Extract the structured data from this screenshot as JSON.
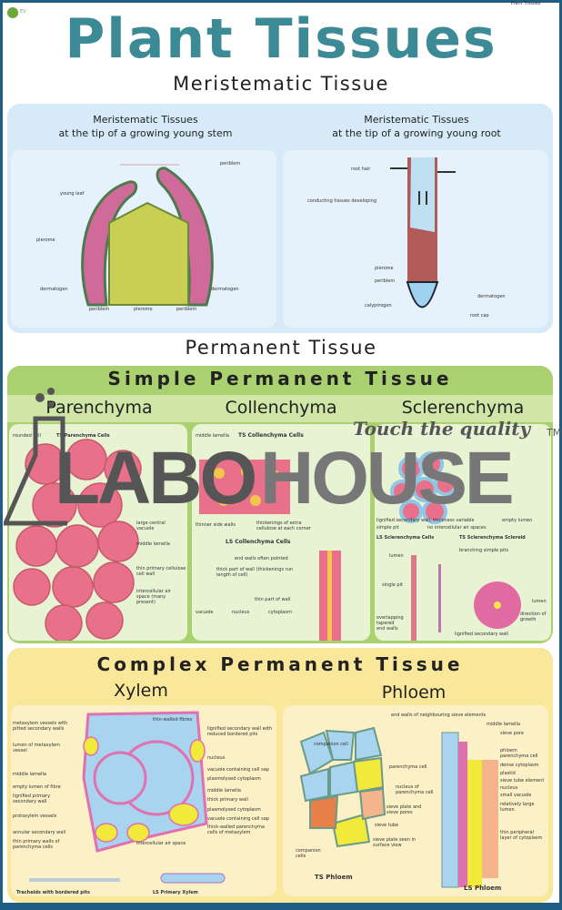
{
  "header": {
    "logo_text": "EV",
    "corner_label": "Plant Tissues",
    "title": "Plant Tissues",
    "subtitle": "Meristematic Tissue"
  },
  "meristematic": {
    "stem": {
      "heading_line1": "Meristematic  Tissues",
      "heading_line2": "at the tip of a growing young stem",
      "labels": [
        "periblem",
        "young leaf",
        "plerome",
        "dermatogen",
        "dermatogen",
        "periblem",
        "plerome",
        "periblem"
      ]
    },
    "root": {
      "heading_line1": "Meristematic  Tissues",
      "heading_line2": "at the tip of a growing young root",
      "labels": [
        "root hair",
        "conducting tissues developing",
        "plerome",
        "periblem",
        "dermatogen",
        "calyptrogen",
        "root cap"
      ]
    }
  },
  "permanent_title": "Permanent Tissue",
  "simple": {
    "title": "Simple Permanent Tissue",
    "columns": [
      "Parenchyma",
      "Collenchyma",
      "Sclerenchyma"
    ],
    "parenchyma": {
      "heading": "TS Parenchyma Cells",
      "labels": [
        "rounded cell",
        "large central vacuole",
        "middle lamella",
        "thin primary cellulose cell wall",
        "intercellular air space (many present)"
      ]
    },
    "collenchyma": {
      "ts_heading": "TS Collenchyma Cells",
      "ls_heading": "LS Collenchyma Cells",
      "labels": [
        "middle lamella",
        "vacuole",
        "nucleus",
        "cytoplasm",
        "thinner side walls",
        "thickenings of extra cellulose at each corner",
        "end walls often pointed",
        "thick part of wall (thickenings run length of cell)",
        "thin part of wall"
      ]
    },
    "sclerenchyma": {
      "ls_heading": "LS Sclerenchyma Cells",
      "ts_heading": "TS Sclerenchyma Sclereid",
      "labels": [
        "lignified secondary wall, thickness variable",
        "empty lumen",
        "simple pit",
        "no intercellular air spaces",
        "lumen",
        "single pit",
        "overlapping tapered end walls",
        "branching simple pits",
        "lumen",
        "direction of growth",
        "lignified secondary wall"
      ]
    }
  },
  "complex": {
    "title": "Complex Permanent Tissue",
    "columns": [
      "Xylem",
      "Phloem"
    ],
    "xylem": {
      "labels": [
        "metaxylem vessels with pitted secondary walls",
        "lumen of metaxylem vessel",
        "middle lamella",
        "empty lumen of fibre",
        "lignified primary secondary wall",
        "protoxylem vessels",
        "annular secondary wall",
        "thin primary walls of parenchyma cells",
        "thin-walled fibres",
        "lignified secondary wall with reduced bordered pits",
        "nucleus",
        "vacuole containing cell sap",
        "plasmolysed cytoplasm",
        "middle lamella",
        "thick primary wall",
        "plasmolysed cytoplasm",
        "vacuole containing cell sap",
        "thick-walled parenchyma cells of metaxylem",
        "intercellular air space"
      ],
      "captions": [
        "Tracheids with bordered pits",
        "LS Primary Xylem"
      ]
    },
    "phloem": {
      "labels": [
        "companion cell",
        "parenchyma cell",
        "nucleus of parenchyma cell",
        "sieve plate and sieve pores",
        "sieve tube",
        "companion cells",
        "sieve plate seen in surface view",
        "end walls of neighbouring sieve elements",
        "middle lamella",
        "sieve pore",
        "phloem parenchyma cell",
        "dense cytoplasm",
        "plastid",
        "sieve tube element",
        "nucleus",
        "small vacuole",
        "relatively large lumen",
        "thin peripheral layer of cytoplasm"
      ],
      "captions": [
        "TS Phloem",
        "LS Phloem"
      ]
    }
  },
  "watermark": {
    "brand_left": "LABO",
    "brand_right": "HOUSE",
    "tagline": "Touch the quality",
    "tm": "TM"
  },
  "colors": {
    "title": "#3b8a95",
    "border": "#1f5f86",
    "meri_bg": "#d7eaf7",
    "simple_bg": "#a9d170",
    "complex_bg": "#f9e79a"
  }
}
